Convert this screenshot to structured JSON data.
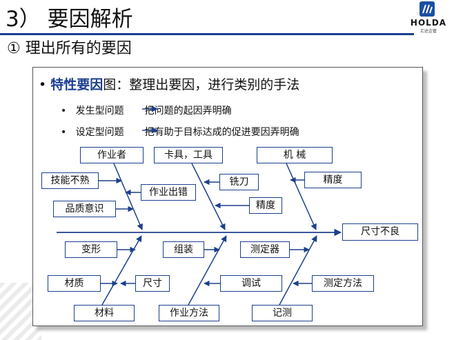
{
  "header": {
    "title": "3） 要因解析",
    "logo_text": "HOLDA",
    "logo_sub": "汇达企管"
  },
  "section": {
    "heading": "① 理出所有的要因"
  },
  "intro": {
    "bullet": "•",
    "key": "特性要因",
    "rest": "图：整理出要因，进行类别的手法"
  },
  "sub_items": [
    {
      "bullet": "•",
      "left": "发生型问题",
      "right": "把问题的起因弄明确"
    },
    {
      "bullet": "•",
      "left": "设定型问题",
      "right": "把有助于目标达成的促进要因弄明确"
    }
  ],
  "fishbone": {
    "effect": "尺寸不良",
    "categories_top": [
      "作业者",
      "卡具，工具",
      "机  械"
    ],
    "categories_bottom": [
      "材料",
      "作业方法",
      "记测"
    ],
    "causes": {
      "skill": "技能不熟",
      "quality_awareness": "品质意识",
      "operation_error": "作业出错",
      "cutter": "铣刀",
      "precision_tool": "精度",
      "precision_machine": "精度",
      "deformation": "变形",
      "assembly": "组装",
      "gauge": "测定器",
      "material_quality": "材质",
      "size": "尺寸",
      "adjust": "调试",
      "measuring_method": "测定方法"
    }
  },
  "colors": {
    "accent": "#1a3d8f",
    "line": "#1b3f8b"
  }
}
